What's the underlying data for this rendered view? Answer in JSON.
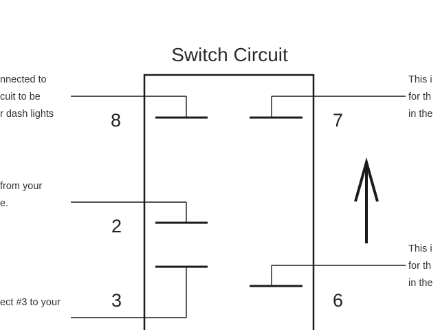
{
  "diagram": {
    "title": "Switch Circuit",
    "pins": {
      "pin_8": "8",
      "pin_7": "7",
      "pin_2": "2",
      "pin_3": "3",
      "pin_6": "6"
    },
    "notes": {
      "top_left": [
        "nnected to",
        "cuit to be",
        "r dash lights"
      ],
      "mid_left": [
        "from your",
        "e."
      ],
      "bottom_left": [
        "ect #3 to your"
      ],
      "top_right": [
        "This i",
        "for th",
        "in the"
      ],
      "bottom_right": [
        "This i",
        "for th",
        "in the"
      ]
    },
    "arrow_direction": "up",
    "line_color": "#1a1a1a"
  }
}
